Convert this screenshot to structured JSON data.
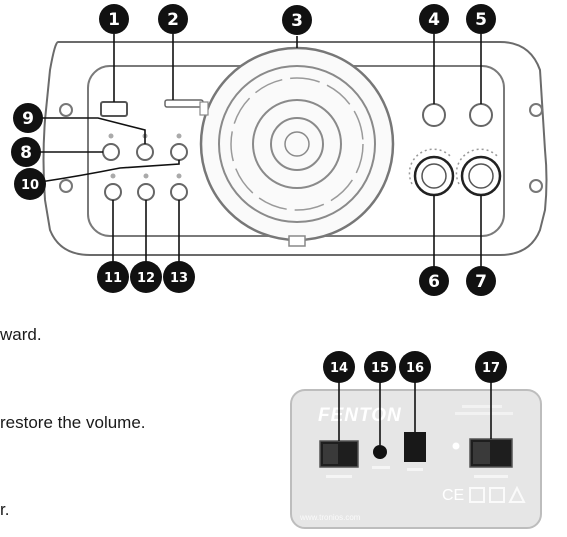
{
  "front_panel": {
    "callouts": [
      "1",
      "2",
      "3",
      "4",
      "5",
      "6",
      "7",
      "8",
      "9",
      "10",
      "11",
      "12",
      "13"
    ]
  },
  "rear_panel": {
    "brand": "FENTON",
    "ce_mark": "CE",
    "website": "www.tronios.com",
    "callouts": [
      "14",
      "15",
      "16",
      "17"
    ]
  },
  "instructions": {
    "line1": "ward.",
    "line2": "restore the volume.",
    "line3": "r."
  },
  "colors": {
    "badge": "#111111",
    "panel_outline": "#555555",
    "rear_panel_fill": "#e6e6e6"
  }
}
